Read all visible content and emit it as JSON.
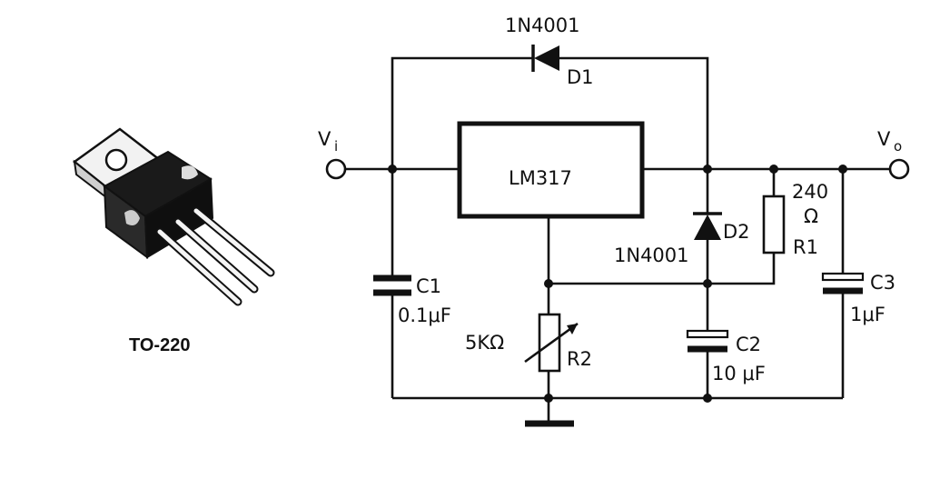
{
  "package": {
    "label": "TO-220"
  },
  "regulator": {
    "label": "LM317"
  },
  "terminals": {
    "input": "V",
    "input_sub": "i",
    "output": "V",
    "output_sub": "o"
  },
  "components": {
    "d1": {
      "name": "D1",
      "part": "1N4001"
    },
    "d2": {
      "name": "D2",
      "part": "1N4001"
    },
    "c1": {
      "name": "C1",
      "value": "0.1μF"
    },
    "c2": {
      "name": "C2",
      "value": "10 μF"
    },
    "c3": {
      "name": "C3",
      "value": "1μF"
    },
    "r1": {
      "name": "R1",
      "value_top": "240",
      "value_unit": "Ω"
    },
    "r2": {
      "name": "R2",
      "value": "5KΩ"
    }
  }
}
